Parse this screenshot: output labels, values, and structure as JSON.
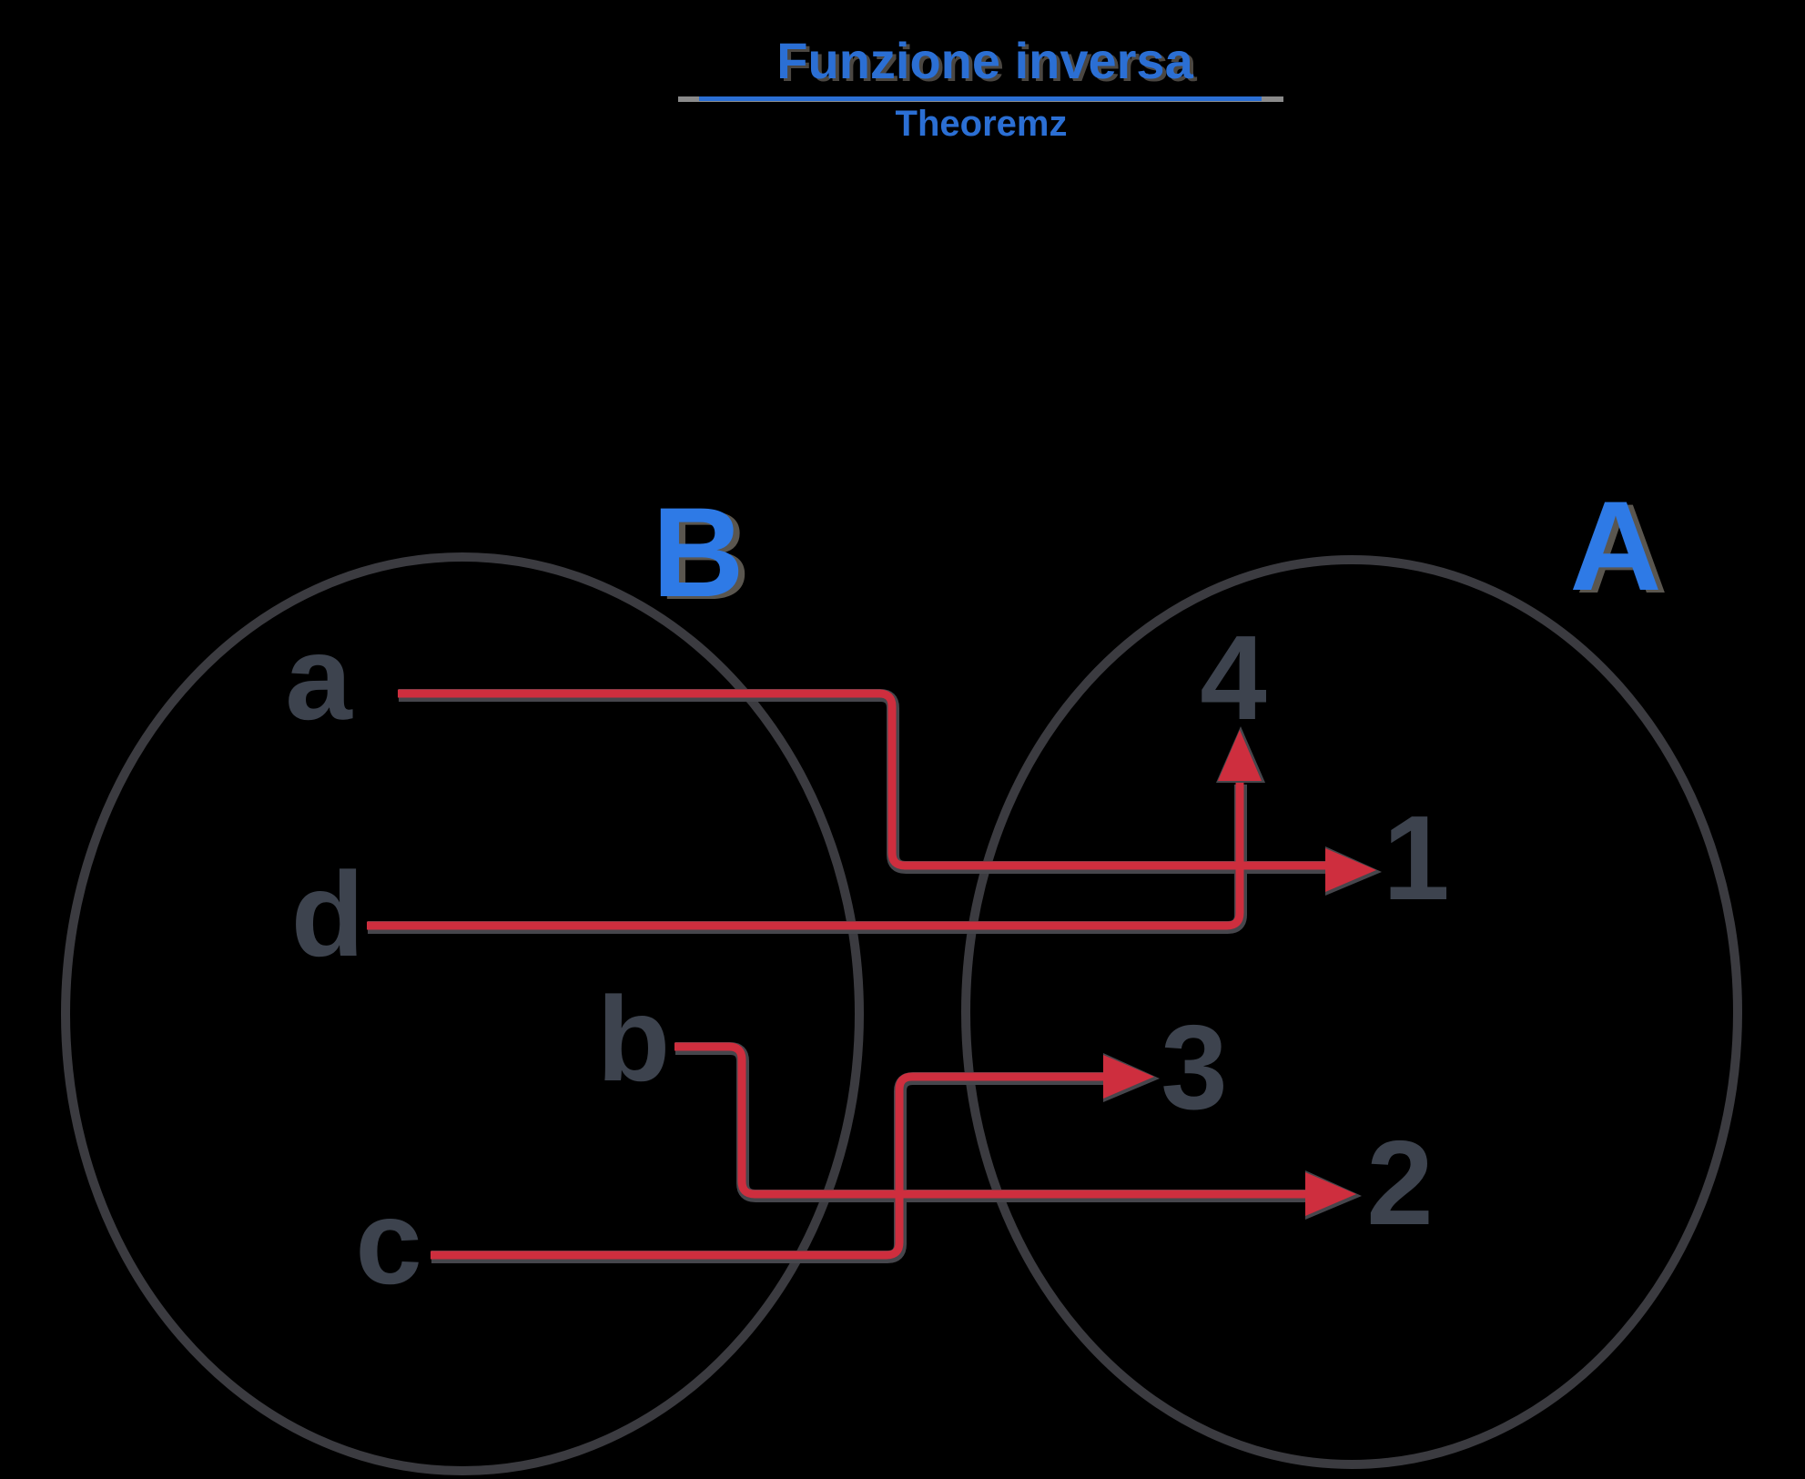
{
  "title": {
    "text": "Funzione inversa",
    "subtitle": "Theoremz"
  },
  "colors": {
    "background": "#000000",
    "title_blue": "#2b6fd4",
    "set_label_blue": "#2e7ae6",
    "arrow_red": "#ce2e3e",
    "element_gray": "#3d434e",
    "ellipse_stroke": "#3b3b40",
    "underline_gray": "#8a8a8a"
  },
  "diagram": {
    "set_b": {
      "label": "B",
      "elements": [
        {
          "label": "a"
        },
        {
          "label": "d"
        },
        {
          "label": "b"
        },
        {
          "label": "c"
        }
      ]
    },
    "set_a": {
      "label": "A",
      "elements": [
        {
          "label": "4"
        },
        {
          "label": "1"
        },
        {
          "label": "3"
        },
        {
          "label": "2"
        }
      ]
    },
    "mappings": [
      {
        "from": "a",
        "to": "1"
      },
      {
        "from": "d",
        "to": "4"
      },
      {
        "from": "b",
        "to": "2"
      },
      {
        "from": "c",
        "to": "3"
      }
    ]
  }
}
